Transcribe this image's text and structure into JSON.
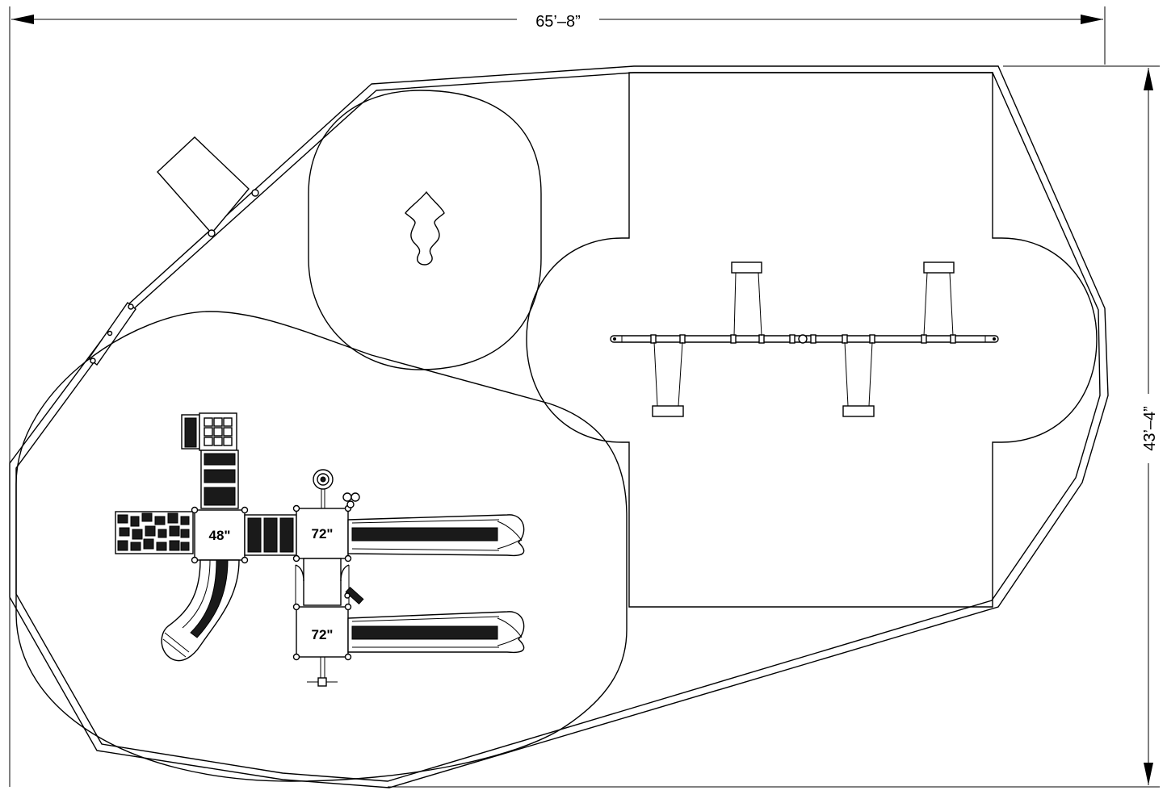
{
  "dimensions": {
    "width_label": "65’–8”",
    "height_label": "43’–4”"
  },
  "decks": {
    "deck_1_height": "48\"",
    "deck_2_height": "72\"",
    "deck_3_height": "72\""
  }
}
